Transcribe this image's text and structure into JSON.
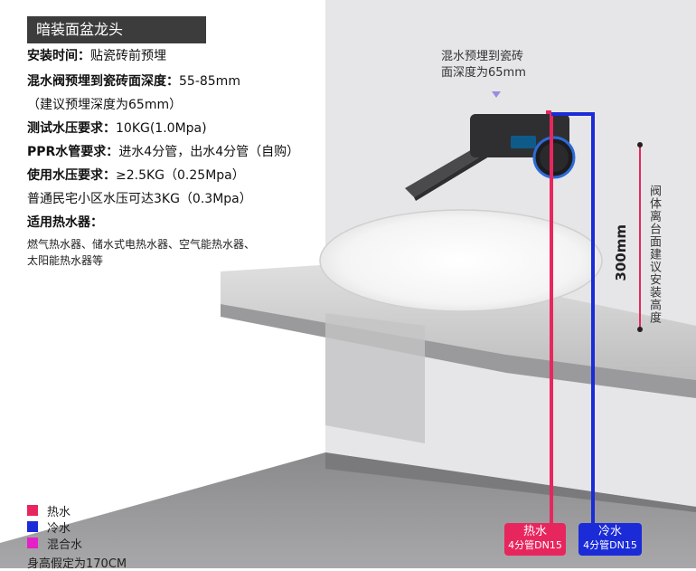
{
  "header": {
    "title": "暗装面盆龙头"
  },
  "specs": {
    "install_time": {
      "label": "安装时间：",
      "value": "贴瓷砖前预埋"
    },
    "embed_depth": {
      "label": "混水阀预埋到瓷砖面深度：",
      "value": "55-85mm"
    },
    "embed_suggest": "（建议预埋深度为65mm）",
    "test_pressure": {
      "label": "测试水压要求：",
      "value": "10KG(1.0Mpa)"
    },
    "ppr_pipe": {
      "label": "PPR水管要求：",
      "value": "进水4分管，出水4分管（自购）"
    },
    "use_pressure": {
      "label": "使用水压要求：",
      "value": "≥2.5KG（0.25Mpa）"
    },
    "residential_note": "普通民宅小区水压可达3KG（0.3Mpa）",
    "heaters_label": "适用热水器：",
    "heaters_line1": "燃气热水器、储水式电热水器、空气能热水器、",
    "heaters_line2": "太阳能热水器等"
  },
  "diagram": {
    "note_line1": "混水预埋到瓷砖",
    "note_line2": "面深度为65mm",
    "height_value": "300mm",
    "height_note": "阀体离台面建议安装高度",
    "hot_tag": {
      "title": "热水",
      "spec": "4分管DN15"
    },
    "cold_tag": {
      "title": "冷水",
      "spec": "4分管DN15"
    }
  },
  "legend": {
    "hot": "热水",
    "cold": "冷水",
    "mixed": "混合水",
    "footer": "身高假定为170CM"
  },
  "colors": {
    "hot": "#e8265e",
    "cold": "#1b2bd8",
    "mixed": "#e620c8",
    "title_bg": "#3c3c3c"
  }
}
